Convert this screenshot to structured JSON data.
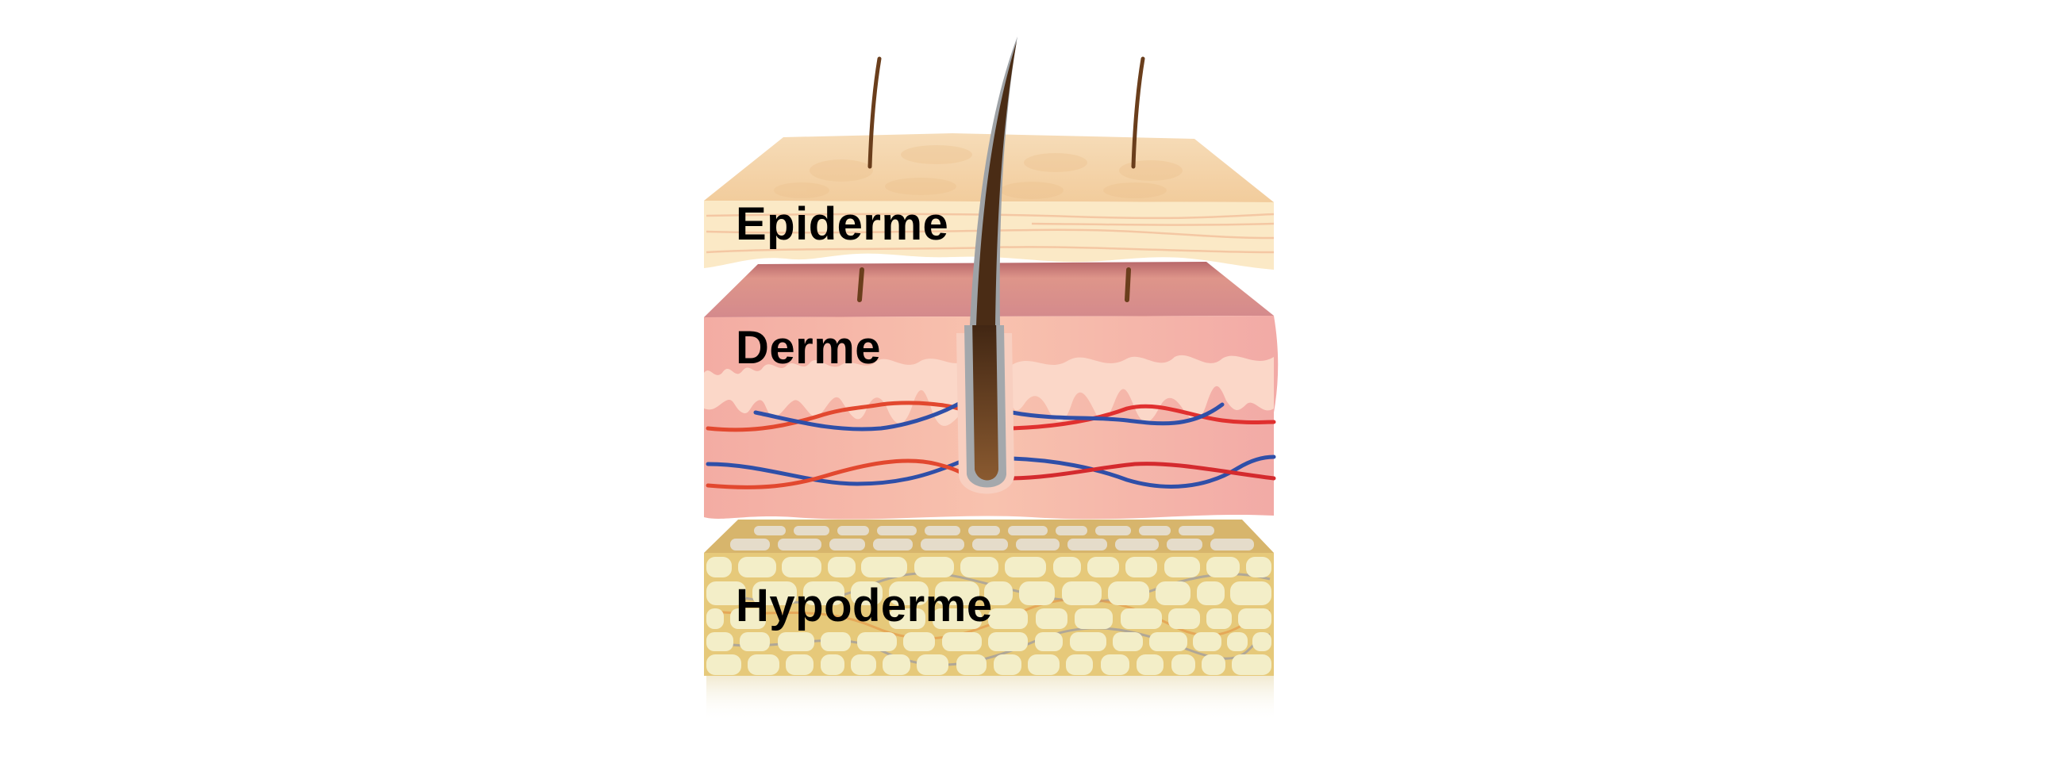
{
  "diagram": {
    "subject": "skin-layers-cross-section",
    "labels": {
      "epidermis": "Epiderme",
      "dermis": "Derme",
      "hypodermis": "Hypoderme"
    },
    "colors": {
      "background": "#ffffff",
      "epidermis_top": "#f3d3a8",
      "epidermis_front": "#fbe9c6",
      "epidermis_stripe": "#f4c4a0",
      "dermis_top": "#d98c86",
      "dermis_front": "#f3b3a8",
      "dermis_papillae": "#fbd7c8",
      "artery": "#e0302f",
      "vein": "#2f4fa8",
      "hair": "#5a3a1e",
      "hair_sheath": "#a4a8ac",
      "hypodermis_matrix": "#e6c97a",
      "fat_cell": "#f3eec8",
      "label_text": "#000000"
    }
  }
}
